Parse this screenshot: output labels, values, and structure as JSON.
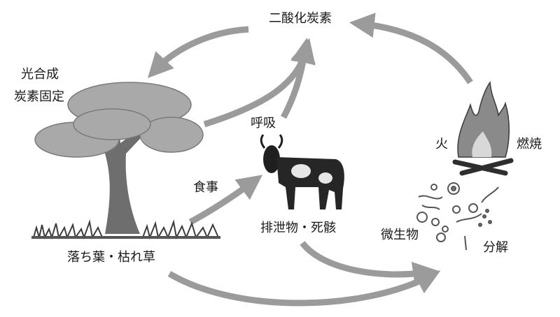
{
  "labels": {
    "co2": "二酸化炭素",
    "photosynthesis_line1": "光合成",
    "photosynthesis_line2": "炭素固定",
    "respiration": "呼吸",
    "feeding": "食事",
    "excretion_death": "排泄物・死骸",
    "litter": "落ち葉・枯れ草",
    "microbes": "微生物",
    "decomposition": "分解",
    "fire": "火",
    "combustion": "燃焼"
  },
  "colors": {
    "arrow": "#9b9b9b",
    "text": "#1a1a1a",
    "foliage": "#a9a9a9",
    "trunk": "#6e6e6e",
    "cow": "#1f1f1f",
    "fire": "#8a8a8a"
  }
}
